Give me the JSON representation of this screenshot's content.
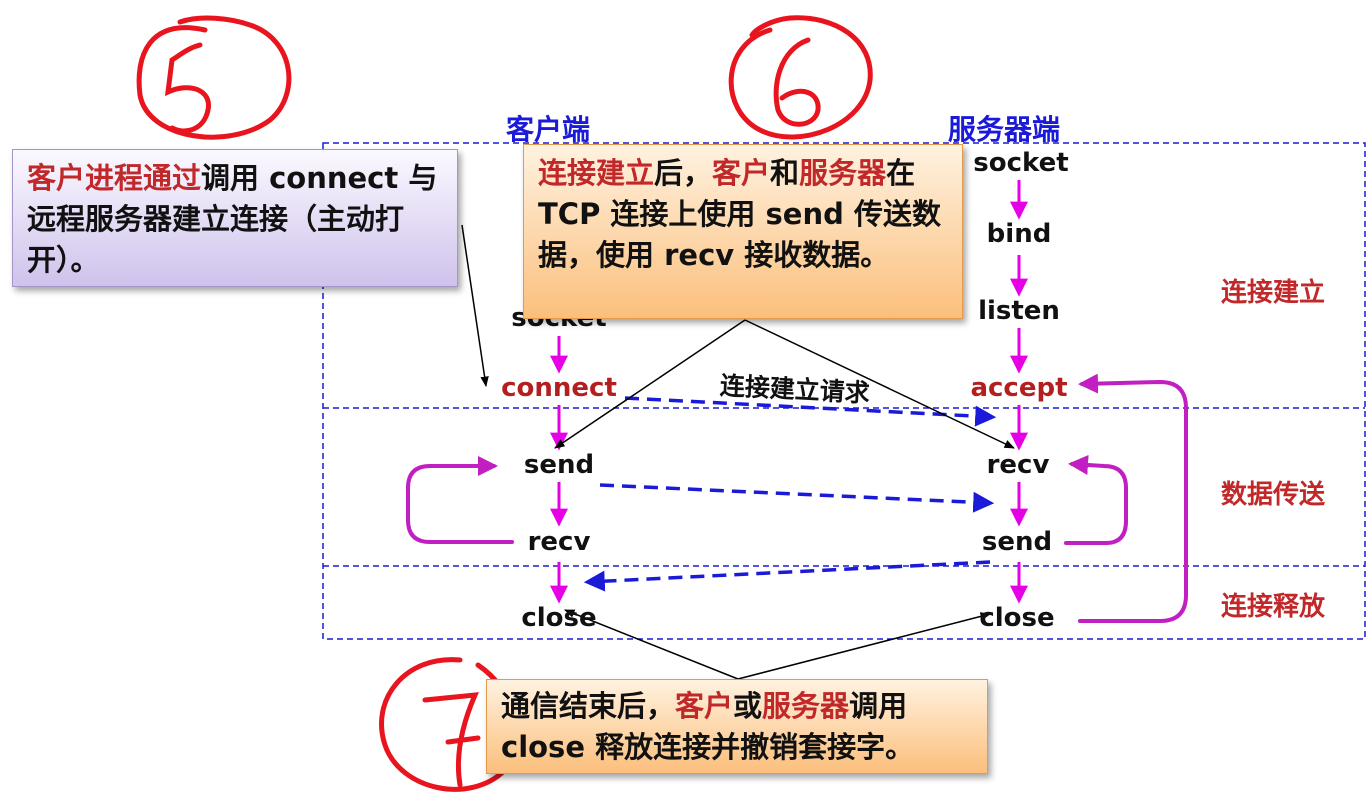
{
  "headers": {
    "client": "客户端",
    "server": "服务器端"
  },
  "client_calls": {
    "socket": "socket",
    "connect": "connect",
    "send": "send",
    "recv": "recv",
    "close": "close"
  },
  "server_calls": {
    "socket": "socket",
    "bind": "bind",
    "listen": "listen",
    "accept": "accept",
    "recv": "recv",
    "send": "send",
    "close": "close"
  },
  "phases": {
    "establish": "连接建立",
    "transfer": "数据传送",
    "release": "连接释放"
  },
  "request_label": "连接建立请求",
  "annotations": {
    "connect_note": {
      "red": "客户进程通过",
      "rest": "调用 connect 与远程服务器建立连接（主动打开）。"
    },
    "transfer_note": {
      "p1": "连接建立",
      "p2": "后，",
      "p3": "客户",
      "p4": "和",
      "p5": "服务器",
      "p6": "在 TCP 连接上使用 send 传送数据，使用 recv 接收数据。"
    },
    "close_note": {
      "p1": "通信结束后，",
      "p2": "客户",
      "p3": "或",
      "p4": "服务器",
      "p5": "调用 close 释放连接并撤销套接字。"
    }
  },
  "handwritten_marks": [
    "5",
    "6",
    "7"
  ],
  "colors": {
    "frame": "#1a1ad8",
    "flow_arrow": "#e600e6",
    "message_arrow": "#1a1ad8",
    "loop": "#c21fc2",
    "highlight": "#c0282a"
  }
}
